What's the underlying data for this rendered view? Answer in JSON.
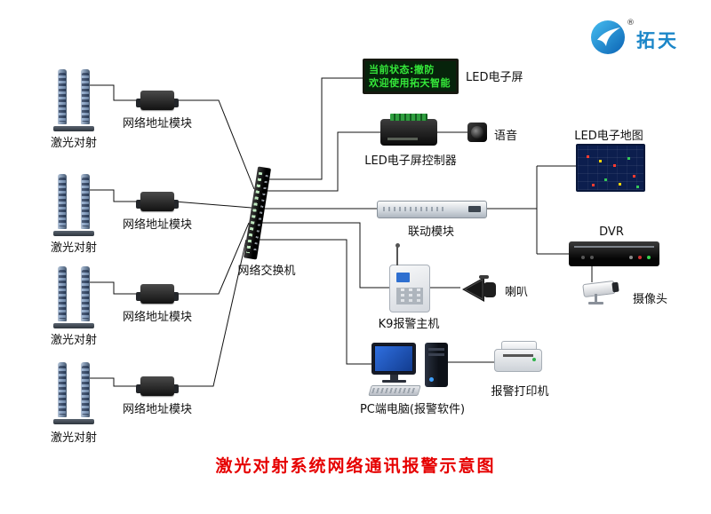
{
  "title": {
    "text": "激光对射系统网络通讯报警示意图",
    "color": "#e60000"
  },
  "logo": {
    "brand": "拓天",
    "registered_mark": "®",
    "color": "#1b86c8"
  },
  "chains": [
    {
      "laser_label": "激光对射",
      "module_label": "网络地址模块"
    },
    {
      "laser_label": "激光对射",
      "module_label": "网络地址模块"
    },
    {
      "laser_label": "激光对射",
      "module_label": "网络地址模块"
    },
    {
      "laser_label": "激光对射",
      "module_label": "网络地址模块"
    }
  ],
  "network_switch": {
    "label": "网络交换机"
  },
  "led_screen": {
    "line1": "当前状态:撤防",
    "line2": "欢迎使用拓天智能",
    "label": "LED电子屏",
    "text_color": "#35e83a"
  },
  "led_controller": {
    "label": "LED电子屏控制器"
  },
  "voice": {
    "label": "语音"
  },
  "linkage_module": {
    "label": "联动模块"
  },
  "led_map": {
    "label": "LED电子地图"
  },
  "dvr": {
    "label": "DVR"
  },
  "camera": {
    "label": "摄像头"
  },
  "k9_host": {
    "label": "K9报警主机"
  },
  "horn": {
    "label": "喇叭"
  },
  "pc": {
    "label": "PC端电脑(报警软件)"
  },
  "printer": {
    "label": "报警打印机"
  }
}
